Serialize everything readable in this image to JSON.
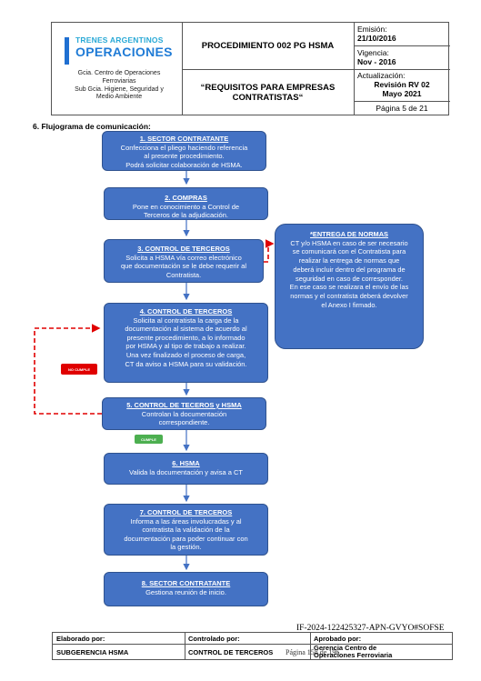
{
  "header": {
    "logo_line1": "TRENES ARGENTINOS",
    "logo_line2": "OPERACIONES",
    "dept_lines": [
      "Gcia. Centro de Operaciones",
      "Ferroviarias",
      "Sub Gcia. Higiene, Seguridad y",
      "Medio Ambiente"
    ],
    "procedure": "PROCEDIMIENTO 002 PG HSMA",
    "title_lines": [
      "“REQUISITOS PARA EMPRESAS",
      "CONTRATISTAS“"
    ],
    "emision_label": "Emisión:",
    "emision_value": "21/10/2016",
    "vigencia_label": "Vigencia:",
    "vigencia_value": "Nov - 2016",
    "actualizacion_label": "Actualización:",
    "revision": "Revisión RV 02",
    "revision_date": "Mayo 2021",
    "page": "Página 5 de 21"
  },
  "section_title": "6.   Flujograma de comunicación:",
  "flow": [
    {
      "title": "1. SECTOR CONTRATANTE",
      "lines": [
        "Confecciona el pliego haciendo referencia",
        "al presente procedimiento.",
        "Podrá solicitar colaboración de HSMA."
      ]
    },
    {
      "title": "2. COMPRAS",
      "lines": [
        "Pone en conocimiento a Control de",
        "Terceros de la adjudicación."
      ]
    },
    {
      "title": "3. CONTROL DE TERCEROS",
      "lines": [
        "Solicita a HSMA vía correo electrónico",
        "que documentación se le debe requerir al",
        "Contratista."
      ]
    },
    {
      "title": "4. CONTROL DE TERCEROS",
      "lines": [
        "Solicita al contratista la carga de la",
        "documentación al sistema de acuerdo al",
        "presente procedimiento, a lo informado",
        "por HSMA y al tipo de trabajo a realizar.",
        "Una vez finalizado el proceso de carga,",
        "CT da aviso a HSMA para su validación."
      ]
    },
    {
      "title": "5. CONTROL DE TECEROS y HSMA",
      "lines": [
        "Controlan la documentación",
        "correspondiente."
      ]
    },
    {
      "title": "6. HSMA",
      "lines": [
        "Valida la documentación y avisa a CT"
      ]
    },
    {
      "title": "7. CONTROL DE TERCEROS",
      "lines": [
        "Informa a las áreas involucradas y al",
        "contratista la validación de la",
        "documentación para poder continuar con",
        "la gestión."
      ]
    },
    {
      "title": "8. SECTOR CONTRATANTE",
      "lines": [
        "Gestiona reunión de inicio."
      ]
    }
  ],
  "side_box": {
    "title": "*ENTREGA DE NORMAS",
    "lines": [
      "CT y/o HSMA en caso de ser necesario",
      "se comunicará con el Contratista para",
      "realizar la entrega de normas que",
      "deberá incluir dentro del programa de",
      "seguridad en caso de corresponder.",
      "En ese caso se realizara el envío de las",
      "normas y el contratista deberá devolver",
      "el Anexo I firmado."
    ]
  },
  "tags": {
    "no_cumple": "NO CUMPLE",
    "cumple": "CUMPLE"
  },
  "colors": {
    "box_fill": "#4472c4",
    "no_cumple": "#e00000",
    "cumple": "#4caf50",
    "dashed_arrow": "#e00000",
    "logo_blue": "#1f7bd6"
  },
  "footer": {
    "reference": "IF-2024-122425327-APN-GVYO#SOFSE",
    "elaborado_label": "Elaborado por:",
    "controlado_label": "Controlado por:",
    "aprobado_label": "Aprobado por:",
    "elaborado_value": "SUBGERENCIA HSMA",
    "controlado_value": "CONTROL DE TERCEROS",
    "aprobado_value_lines": [
      "Gerencia Centro de",
      "Operaciones Ferroviaria"
    ],
    "page_number": "Página 158 de 196"
  }
}
